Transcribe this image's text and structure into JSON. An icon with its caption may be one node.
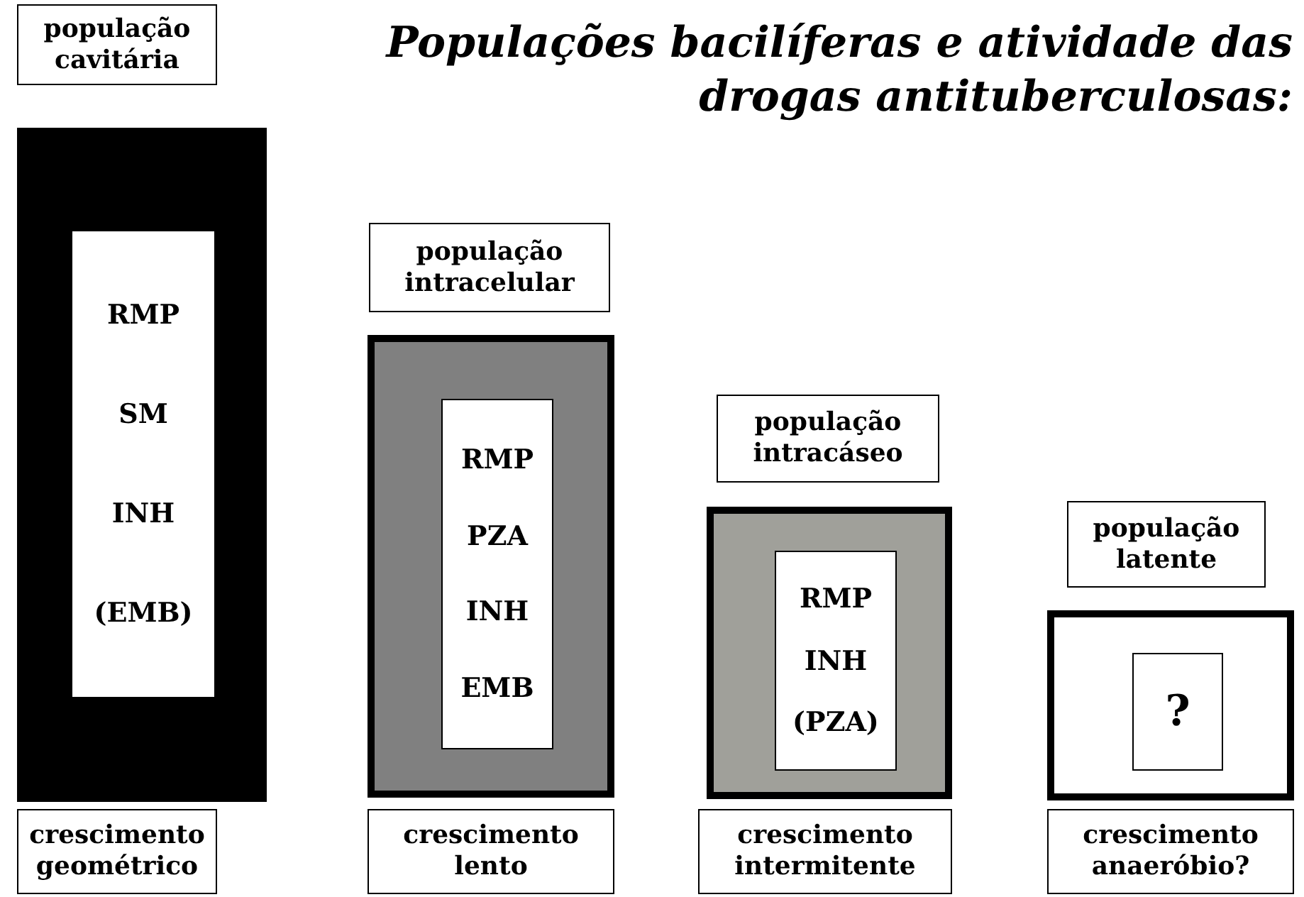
{
  "diagram": {
    "title": "Populações bacilíferas e atividade das drogas antituberculosas:",
    "nodes": [
      {
        "text": [
          "população cavitária"
        ]
      },
      {
        "text": [],
        "shape": "box"
      },
      {
        "text": [
          "RMP",
          "SM",
          "INH",
          "(EMB)"
        ],
        "in": 1
      },
      {
        "text": [
          "crescimento geométrico"
        ]
      },
      {
        "text": [
          "população intracelular"
        ]
      },
      {
        "text": [],
        "shape": "box"
      },
      {
        "text": [
          "RMP",
          "PZA",
          "INH",
          "EMB"
        ],
        "in": 5
      },
      {
        "text": [
          "crescimento lento"
        ]
      },
      {
        "text": [
          "população intracáseo"
        ]
      },
      {
        "text": [],
        "shape": "box"
      },
      {
        "text": [
          "RMP",
          "INH",
          "(PZA)"
        ],
        "in": 9
      },
      {
        "text": [
          "crescimento intermitente"
        ]
      },
      {
        "text": [
          "população latente"
        ]
      },
      {
        "text": [],
        "shape": "box"
      },
      {
        "text": [
          "?"
        ],
        "in": 13
      },
      {
        "text": [
          "crescimento anaeróbio?"
        ]
      }
    ]
  }
}
